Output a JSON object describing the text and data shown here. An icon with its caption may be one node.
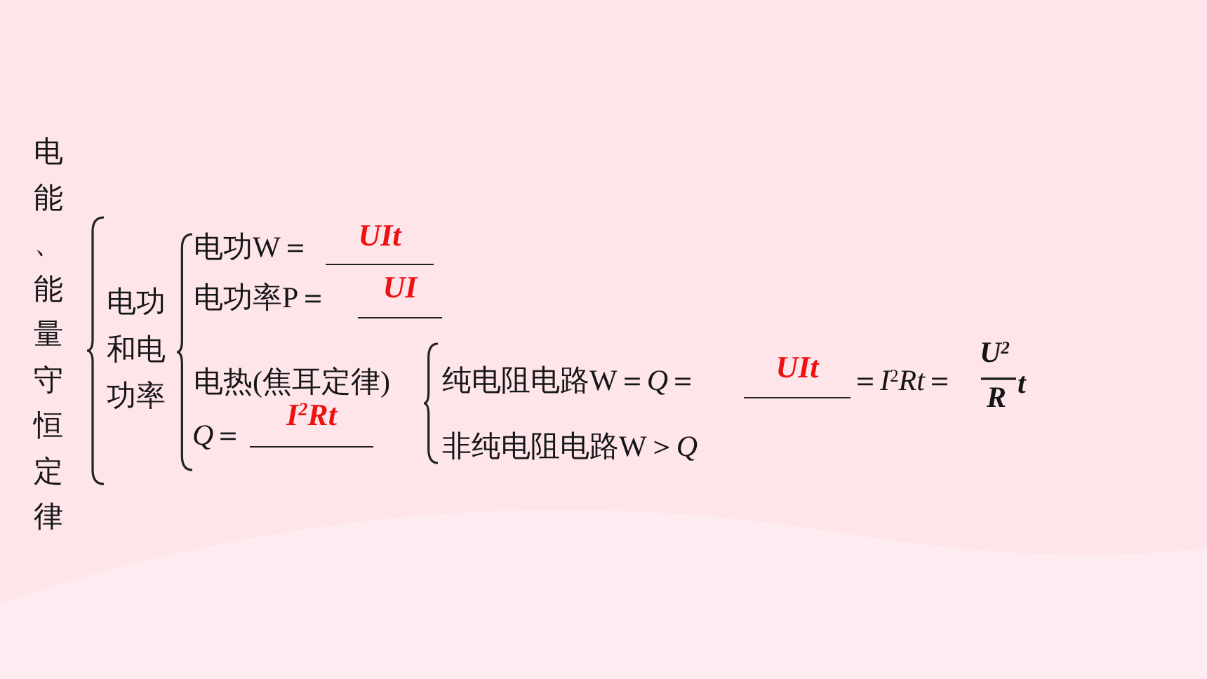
{
  "diagram": {
    "labels": [
      "电能、能量守恒定律",
      "电功和电功率",
      "电功W＝",
      "UIt",
      "电功率P＝",
      "UI",
      "电热(焦耳定律)",
      "*Q*＝",
      "I$^{2}$Rt",
      "纯电阻电路W＝*Q*＝",
      "UIt",
      "＝*I*$^{2}$*Rt*＝",
      "U$^{2}$",
      "R",
      "t",
      "非纯电阻电路W＞*Q*"
    ]
  }
}
